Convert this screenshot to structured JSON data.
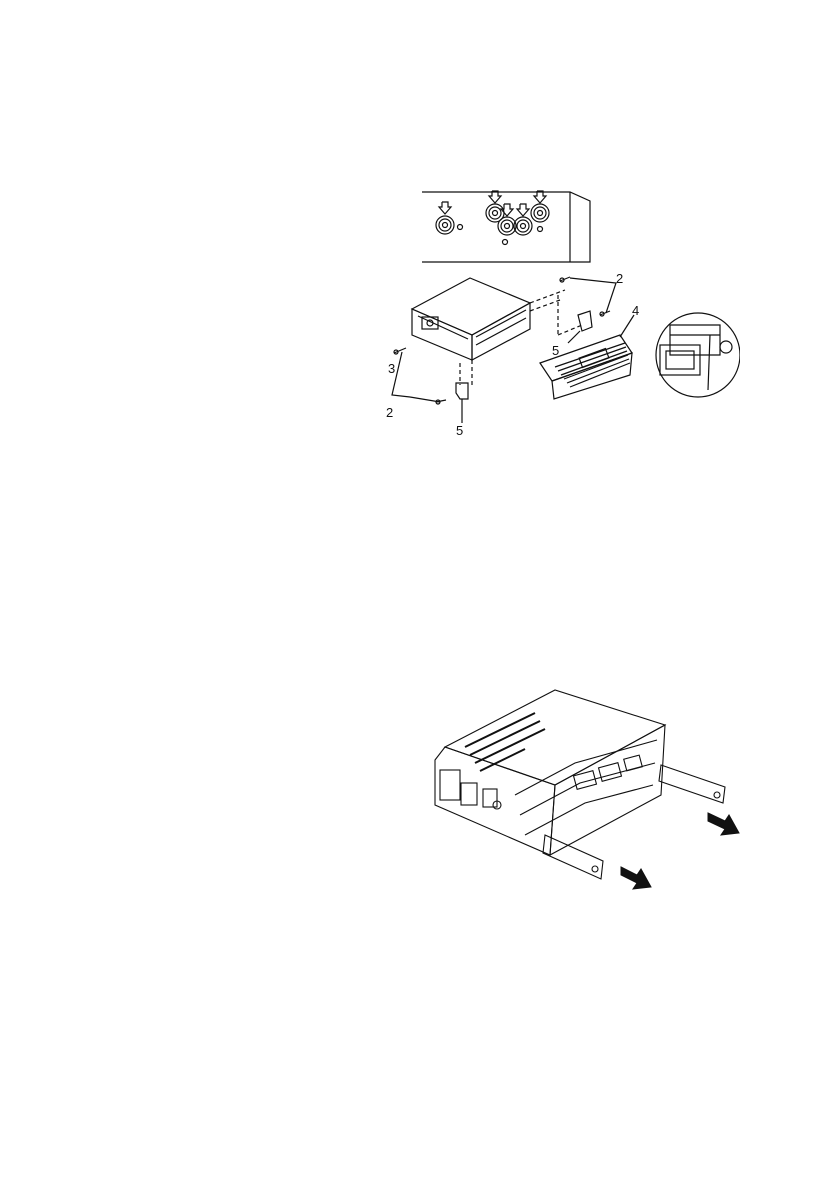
{
  "figure_top": {
    "callouts": {
      "c2a": "2",
      "c2b": "2",
      "c3": "3",
      "c4": "4",
      "c5a": "5",
      "c5b": "5"
    },
    "icons": [
      "rca-jack-icon",
      "down-arrow-icon",
      "screw-icon",
      "bracket-icon",
      "trim-ring-icon",
      "removal-key-icon"
    ]
  },
  "figure_bottom": {
    "icons": [
      "head-unit-chassis-icon",
      "removal-key-icon",
      "pull-arrow-icon"
    ]
  }
}
